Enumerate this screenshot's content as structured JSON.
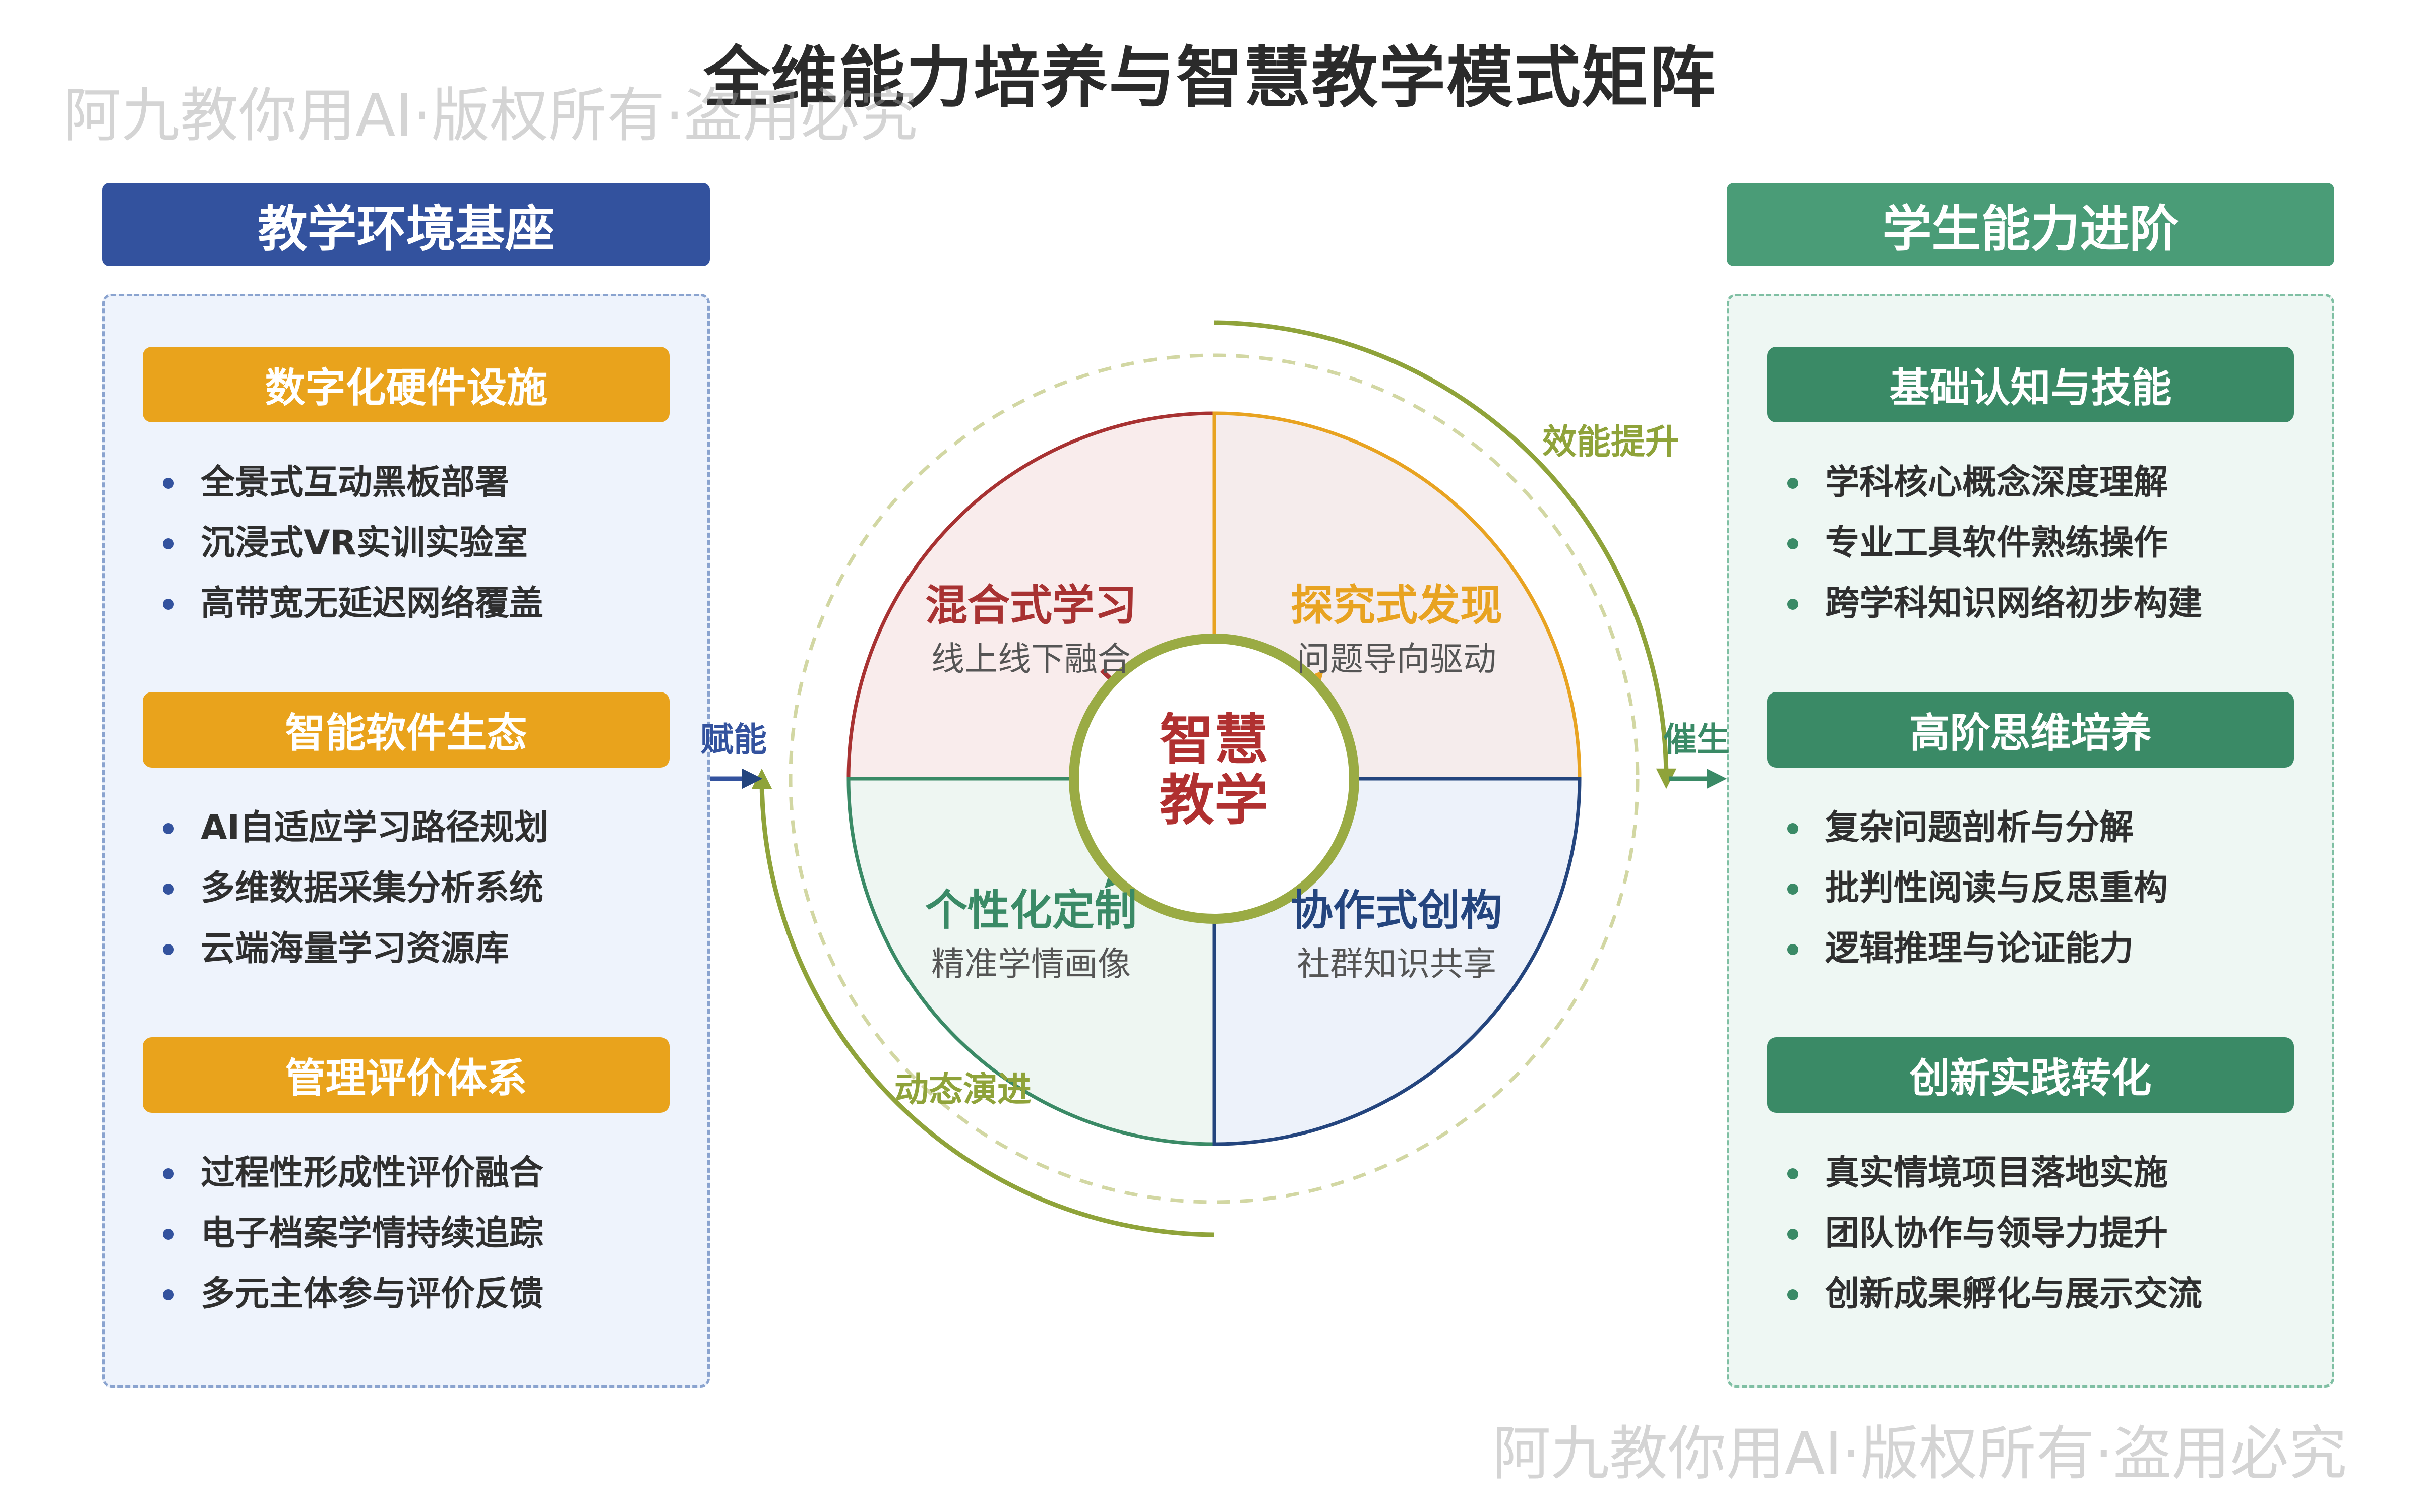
{
  "title": "全维能力培养与智慧教学模式矩阵",
  "watermark": "阿九教你用AI·版权所有·盗用必究",
  "left": {
    "header": "教学环境基座",
    "sections": [
      {
        "title": "数字化硬件设施",
        "items": [
          "全景式互动黑板部署",
          "沉浸式VR实训实验室",
          "高带宽无延迟网络覆盖"
        ]
      },
      {
        "title": "智能软件生态",
        "items": [
          "AI自适应学习路径规划",
          "多维数据采集分析系统",
          "云端海量学习资源库"
        ]
      },
      {
        "title": "管理评价体系",
        "items": [
          "过程性形成性评价融合",
          "电子档案学情持续追踪",
          "多元主体参与评价反馈"
        ]
      }
    ]
  },
  "right": {
    "header": "学生能力进阶",
    "sections": [
      {
        "title": "基础认知与技能",
        "items": [
          "学科核心概念深度理解",
          "专业工具软件熟练操作",
          "跨学科知识网络初步构建"
        ]
      },
      {
        "title": "高阶思维培养",
        "items": [
          "复杂问题剖析与分解",
          "批判性阅读与反思重构",
          "逻辑推理与论证能力"
        ]
      },
      {
        "title": "创新实践转化",
        "items": [
          "真实情境项目落地实施",
          "团队协作与领导力提升",
          "创新成果孵化与展示交流"
        ]
      }
    ]
  },
  "center": {
    "core_line1": "智慧",
    "core_line2": "教学",
    "quadrants": [
      {
        "title": "混合式学习",
        "sub": "线上线下融合",
        "color": "#a83232"
      },
      {
        "title": "探究式发现",
        "sub": "问题导向驱动",
        "color": "#e8a321"
      },
      {
        "title": "个性化定制",
        "sub": "精准学情画像",
        "color": "#3a8a66"
      },
      {
        "title": "协作式创构",
        "sub": "社群知识共享",
        "color": "#24457e"
      }
    ],
    "arc_top": "效能提升",
    "arc_bottom": "动态演进",
    "left_arrow": "赋能",
    "right_arrow": "催生"
  },
  "colors": {
    "left_header": "#33529e",
    "right_header": "#4a9c77",
    "left_section": "#e9a31c",
    "right_section": "#3a8a66",
    "arc": "#8fa33a"
  }
}
